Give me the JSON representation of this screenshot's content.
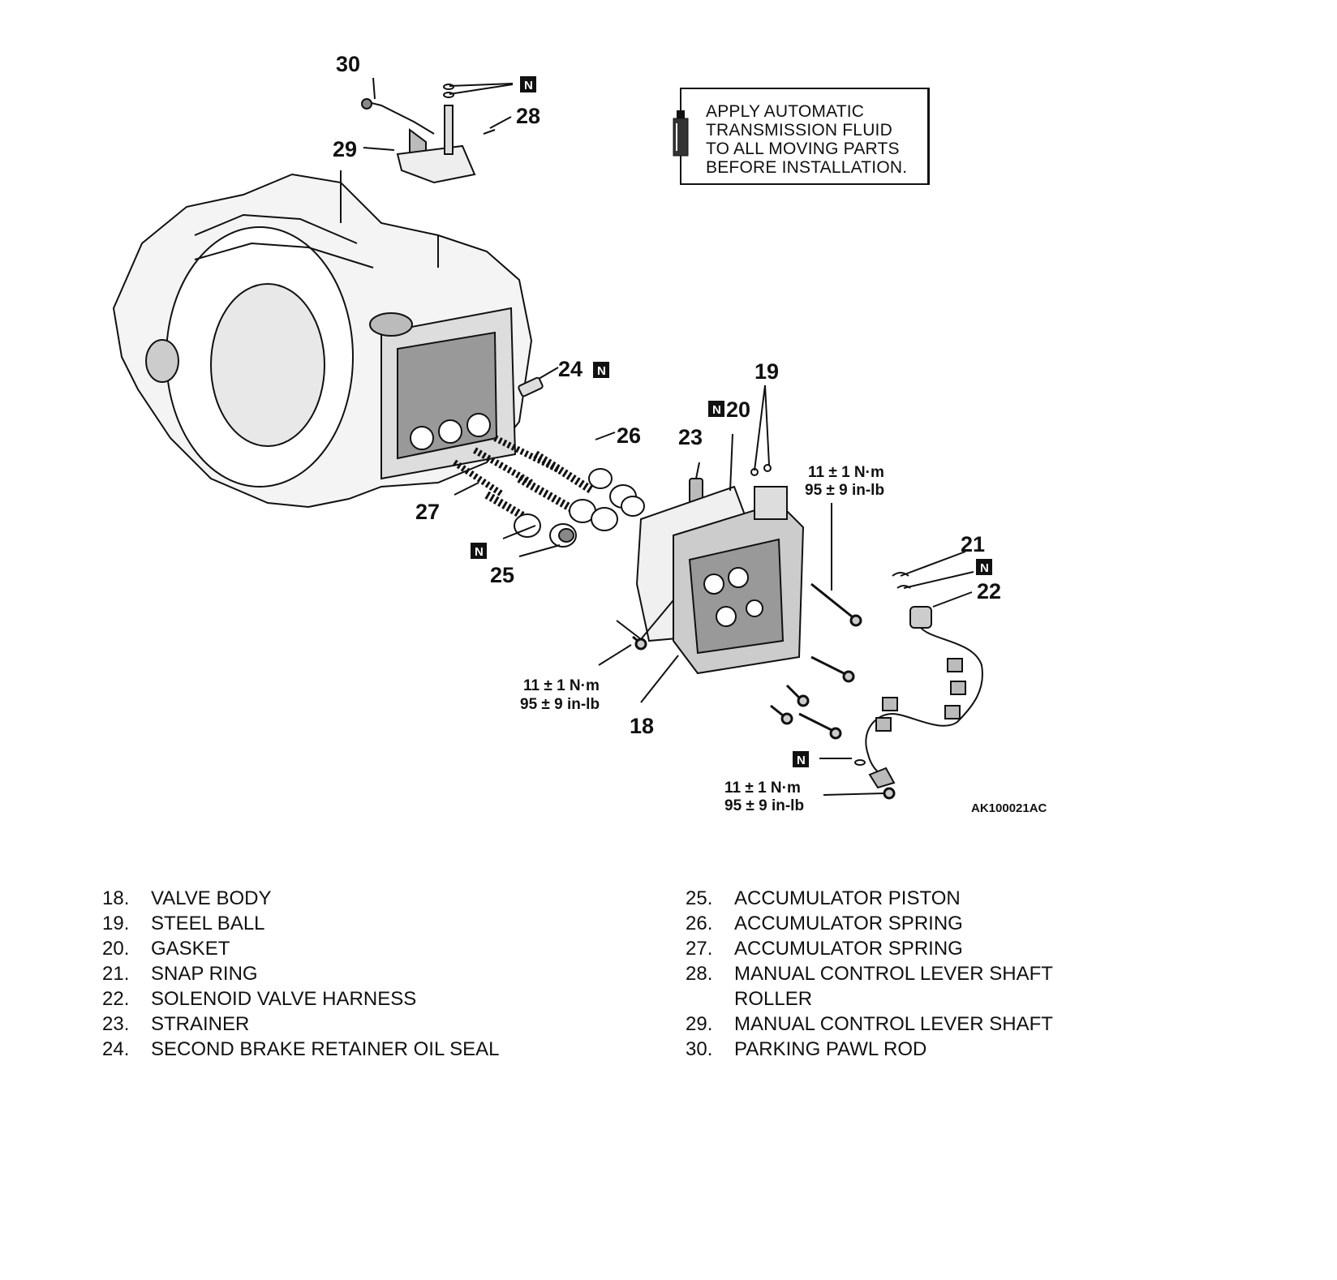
{
  "figure_id": "AK100021AC",
  "notice": {
    "lines": [
      "APPLY AUTOMATIC",
      "TRANSMISSION FLUID",
      "TO ALL MOVING PARTS",
      "BEFORE INSTALLATION."
    ],
    "icon": "fluid-bottle-icon"
  },
  "callouts": {
    "c18": "18",
    "c19": "19",
    "c20": "20",
    "c21": "21",
    "c22": "22",
    "c23": "23",
    "c24": "24",
    "c25": "25",
    "c26": "26",
    "c27": "27",
    "c28": "28",
    "c29": "29",
    "c30": "30"
  },
  "new_part_mark": "N",
  "torque": {
    "metric": "11 ± 1 N·m",
    "imperial": "95 ± 9 in-lb"
  },
  "legend_left": [
    {
      "num": "18.",
      "name": "VALVE BODY"
    },
    {
      "num": "19.",
      "name": "STEEL BALL"
    },
    {
      "num": "20.",
      "name": "GASKET"
    },
    {
      "num": "21.",
      "name": "SNAP RING"
    },
    {
      "num": "22.",
      "name": "SOLENOID VALVE HARNESS"
    },
    {
      "num": "23.",
      "name": "STRAINER"
    },
    {
      "num": "24.",
      "name": "SECOND BRAKE RETAINER OIL SEAL"
    }
  ],
  "legend_right": [
    {
      "num": "25.",
      "name": "ACCUMULATOR PISTON"
    },
    {
      "num": "26.",
      "name": "ACCUMULATOR SPRING"
    },
    {
      "num": "27.",
      "name": "ACCUMULATOR SPRING"
    },
    {
      "num": "28.",
      "name": "MANUAL CONTROL LEVER SHAFT ROLLER"
    },
    {
      "num": "29.",
      "name": "MANUAL CONTROL LEVER SHAFT"
    },
    {
      "num": "30.",
      "name": "PARKING PAWL ROD"
    }
  ]
}
